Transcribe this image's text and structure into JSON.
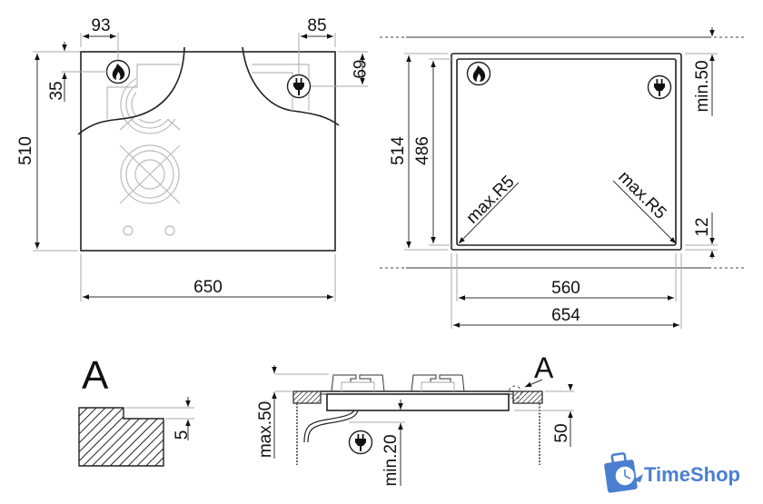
{
  "top_view": {
    "width_label": "650",
    "height_label": "510",
    "gas_offset_x_label": "93",
    "gas_offset_y_label": "35",
    "elec_offset_x_label": "85",
    "elec_offset_y_label": "69",
    "icons": [
      "gas-flame-icon",
      "electric-plug-icon"
    ]
  },
  "cutout_view": {
    "outer_width_label": "654",
    "inner_width_label": "560",
    "outer_height_label": "514",
    "inner_height_label": "486",
    "radius_left_label": "max.R5",
    "radius_right_label": "max.R5",
    "rear_clearance_label": "min.50",
    "front_gap_label": "12",
    "icons": [
      "gas-flame-icon",
      "electric-plug-icon"
    ]
  },
  "detail_A": {
    "title": "A",
    "step_label": "5"
  },
  "side_view": {
    "max_height_label": "max.50",
    "min_clearance_label": "min.20",
    "worktop_label": "50",
    "detail_callout": "A",
    "icons": [
      "electric-plug-icon"
    ]
  },
  "logo": {
    "text": "TimeShop",
    "color": "#4a7fd0",
    "icon": "clock-bag-icon"
  }
}
